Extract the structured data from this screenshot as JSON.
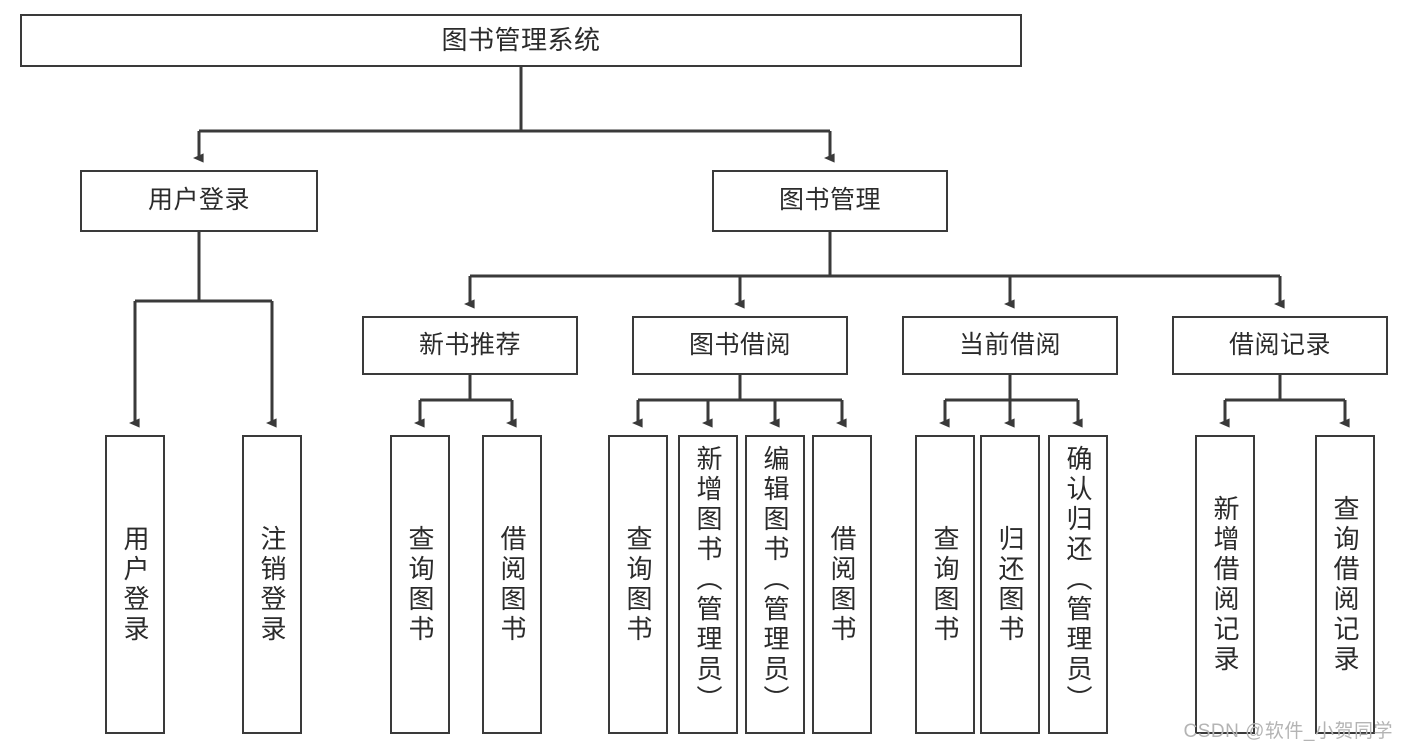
{
  "diagram": {
    "title": "图书管理系统",
    "type": "tree-hierarchy-chart",
    "colors": {
      "box_border": "#3a3a3a",
      "box_fill": "#ffffff",
      "connector": "#3a3a3a",
      "text": "#2b2b2b",
      "watermark": "#b4b4b4",
      "background": "#ffffff"
    },
    "nodes": {
      "root": {
        "label": "图书管理系统"
      },
      "level2": [
        {
          "id": "user-login",
          "label": "用户登录"
        },
        {
          "id": "book-management",
          "label": "图书管理"
        }
      ],
      "level3": [
        {
          "id": "new-book-recommend",
          "label": "新书推荐"
        },
        {
          "id": "book-borrow",
          "label": "图书借阅"
        },
        {
          "id": "current-borrow",
          "label": "当前借阅"
        },
        {
          "id": "borrow-record",
          "label": "借阅记录"
        }
      ],
      "leaves": {
        "user_login": [
          {
            "id": "user-login-leaf",
            "label": "用户登录"
          },
          {
            "id": "logout-leaf",
            "label": "注销登录"
          }
        ],
        "new_book_recommend": [
          {
            "id": "query-book-1",
            "label": "查询图书"
          },
          {
            "id": "borrow-book-1",
            "label": "借阅图书"
          }
        ],
        "book_borrow": [
          {
            "id": "query-book-2",
            "label": "查询图书"
          },
          {
            "id": "add-book",
            "label": "新增图书（管理员）"
          },
          {
            "id": "edit-book",
            "label": "编辑图书（管理员）"
          },
          {
            "id": "borrow-book-2",
            "label": "借阅图书"
          }
        ],
        "current_borrow": [
          {
            "id": "query-book-3",
            "label": "查询图书"
          },
          {
            "id": "return-book",
            "label": "归还图书"
          },
          {
            "id": "confirm-return",
            "label": "确认归还（管理员）"
          }
        ],
        "borrow_record": [
          {
            "id": "add-borrow-record",
            "label": "新增借阅记录"
          },
          {
            "id": "query-borrow-record",
            "label": "查询借阅记录"
          }
        ]
      }
    },
    "watermark": "CSDN @软件_小贺同学"
  }
}
